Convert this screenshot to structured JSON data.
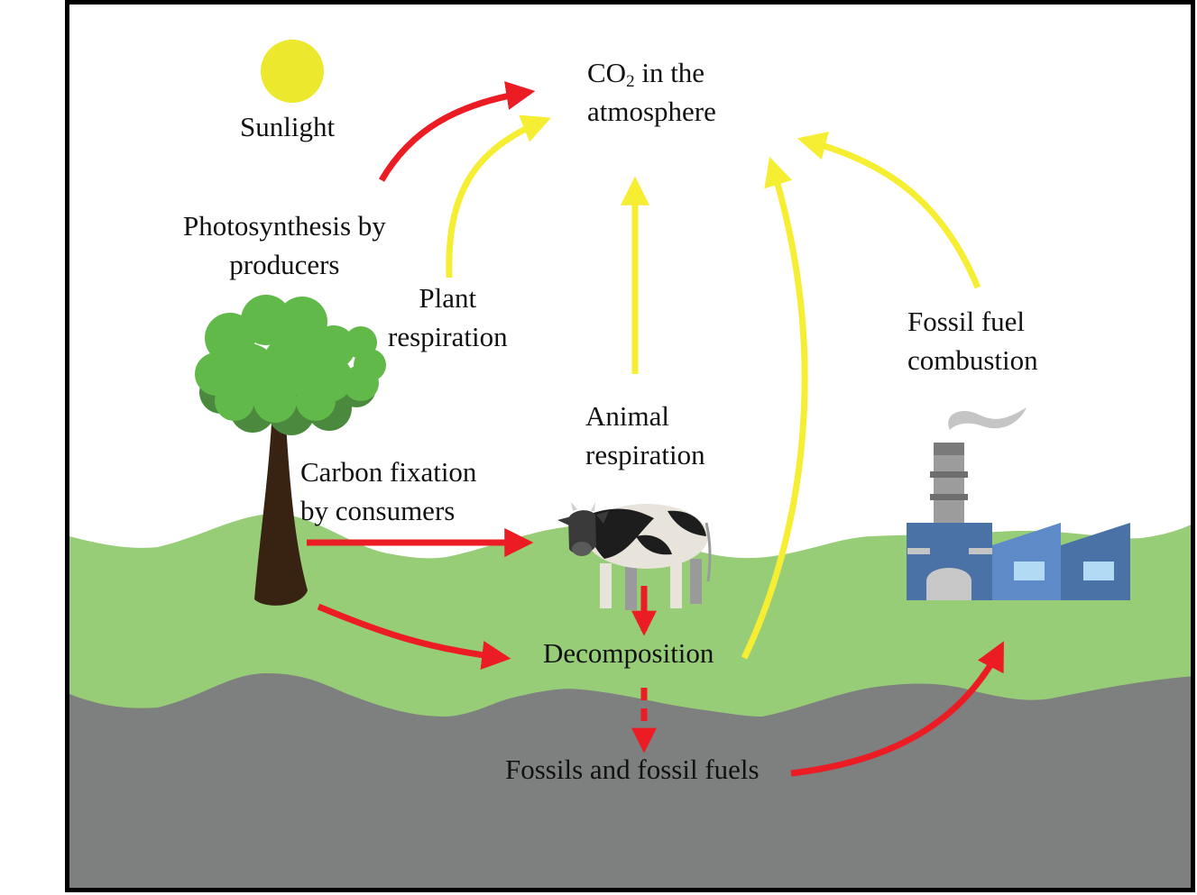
{
  "diagram": {
    "title": "Carbon cycle",
    "colors": {
      "sky": "#ffffff",
      "grass": "#98cd78",
      "ground": "#7e7f7f",
      "sun": "#ebe82e",
      "flux_arrow": "#ec1c24",
      "release_arrow": "#f6ee33",
      "frame": "#000000"
    },
    "labels": {
      "sunlight": "Sunlight",
      "co2_prefix": "CO",
      "co2_subscript": "2",
      "co2_suffix": " in the",
      "co2_line2": "atmosphere",
      "photosynthesis_line1": "Photosynthesis by",
      "photosynthesis_line2": "producers",
      "plant_resp_line1": "Plant",
      "plant_resp_line2": "respiration",
      "animal_resp_line1": "Animal",
      "animal_resp_line2": "respiration",
      "fossil_comb_line1": "Fossil fuel",
      "fossil_comb_line2": "combustion",
      "carbon_fix_line1": "Carbon fixation",
      "carbon_fix_line2": "by consumers",
      "decomposition": "Decomposition",
      "fossils": "Fossils and fossil fuels"
    },
    "icons": {
      "sun": "sun-icon",
      "tree": "tree-icon",
      "cow": "cow-icon",
      "factory": "factory-icon"
    },
    "arrows": [
      {
        "name": "photosynthesis-arrow",
        "from": "Photosynthesis by producers",
        "to": "CO2 in the atmosphere",
        "color": "red"
      },
      {
        "name": "plant-respiration-arrow",
        "from": "Plant respiration",
        "to": "CO2 in the atmosphere",
        "color": "yellow"
      },
      {
        "name": "animal-respiration-arrow",
        "from": "Animal respiration",
        "to": "CO2 in the atmosphere",
        "color": "yellow"
      },
      {
        "name": "decomposition-release-arrow",
        "from": "Decomposition",
        "to": "CO2 in the atmosphere",
        "color": "yellow"
      },
      {
        "name": "fossil-combustion-arrow",
        "from": "Fossil fuel combustion",
        "to": "CO2 in the atmosphere",
        "color": "yellow"
      },
      {
        "name": "carbon-fixation-arrow",
        "from": "Tree",
        "to": "Cow",
        "color": "red"
      },
      {
        "name": "tree-decomposition-arrow",
        "from": "Tree",
        "to": "Decomposition",
        "color": "red"
      },
      {
        "name": "cow-decomposition-arrow",
        "from": "Cow",
        "to": "Decomposition",
        "color": "red"
      },
      {
        "name": "fossilization-arrow",
        "from": "Decomposition",
        "to": "Fossils and fossil fuels",
        "color": "red",
        "style": "dashed"
      },
      {
        "name": "fossil-extraction-arrow",
        "from": "Fossils and fossil fuels",
        "to": "Factory",
        "color": "red"
      }
    ]
  }
}
